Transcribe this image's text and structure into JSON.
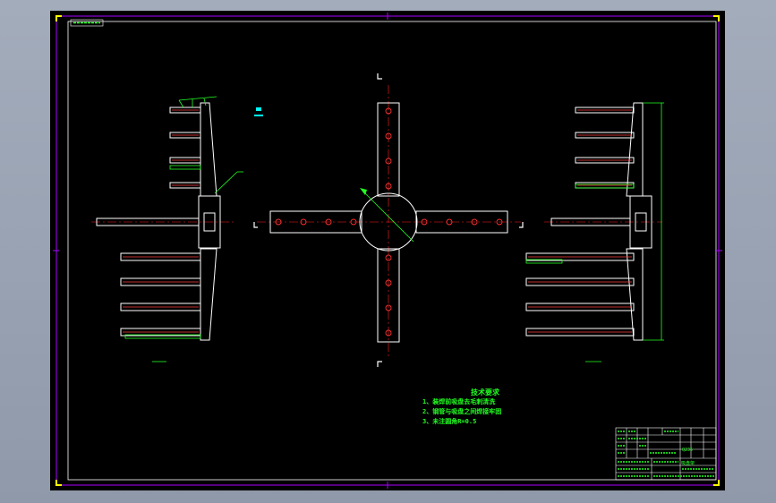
{
  "colors": {
    "background": "#000000",
    "frame": "#aa00ff",
    "geometry": "#ffffff",
    "centerline": "#ff2020",
    "dimension": "#22ff22",
    "annotation": "#00ffff",
    "corner_mark": "#ffff00"
  },
  "tech_notes": {
    "title": "技术要求",
    "line1": "1、装焊前吸盘去毛刺清洗",
    "line2": "2、钢管与吸盘之间焊接牢固",
    "line3": "3、未注圆角R=0.5"
  },
  "title_block": {
    "drawing_name": "吸盘架",
    "material": "Q235"
  }
}
